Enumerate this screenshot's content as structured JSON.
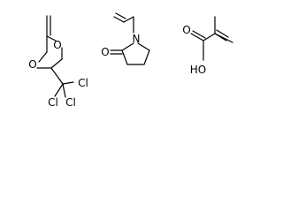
{
  "molecules": [
    {
      "id": "dioxolane",
      "atoms": {
        "o_top": "O",
        "o_left": "O",
        "cl_right": "Cl",
        "cl_left_bottom": "Cl",
        "cl_center_bottom": "Cl"
      }
    },
    {
      "id": "vinylpyrrolidone",
      "atoms": {
        "n": "N",
        "o": "O"
      }
    },
    {
      "id": "methacrylic-acid",
      "atoms": {
        "o_top": "O",
        "ho": "HO"
      }
    }
  ],
  "colors": {
    "bond": "#000000",
    "label": "#000000",
    "background": "#ffffff"
  }
}
